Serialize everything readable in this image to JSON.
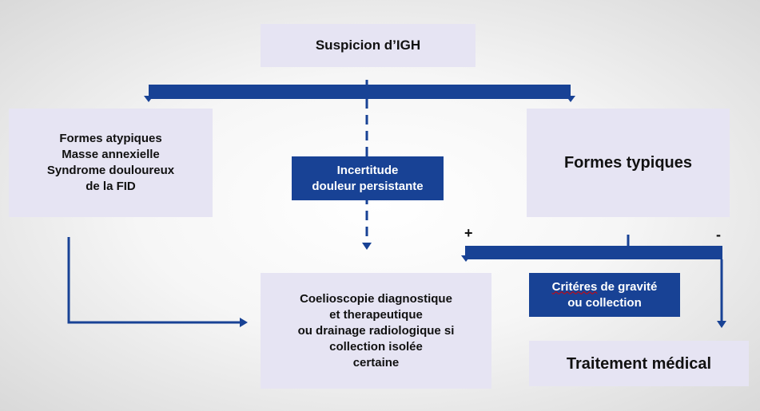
{
  "nodes": {
    "suspicion": "Suspicion d’IGH",
    "atypical": [
      "Formes atypiques",
      "Masse annexielle",
      "Syndrome douloureux",
      "de la FID"
    ],
    "typical": "Formes typiques",
    "uncertainty": [
      "Incertitude",
      "douleur persistante"
    ],
    "laparoscopy": [
      "Coelioscopie diagnostique",
      "et therapeutique",
      "ou drainage radiologique si",
      "collection isolée",
      "certaine"
    ],
    "severity_word": "Critéres",
    "severity_rest": " de gravité",
    "severity_line2": "ou collection",
    "medical": "Traitement médical"
  },
  "signs": {
    "plus": "+",
    "minus": "-"
  },
  "colors": {
    "accent": "#184295",
    "box": "#e6e4f3"
  }
}
